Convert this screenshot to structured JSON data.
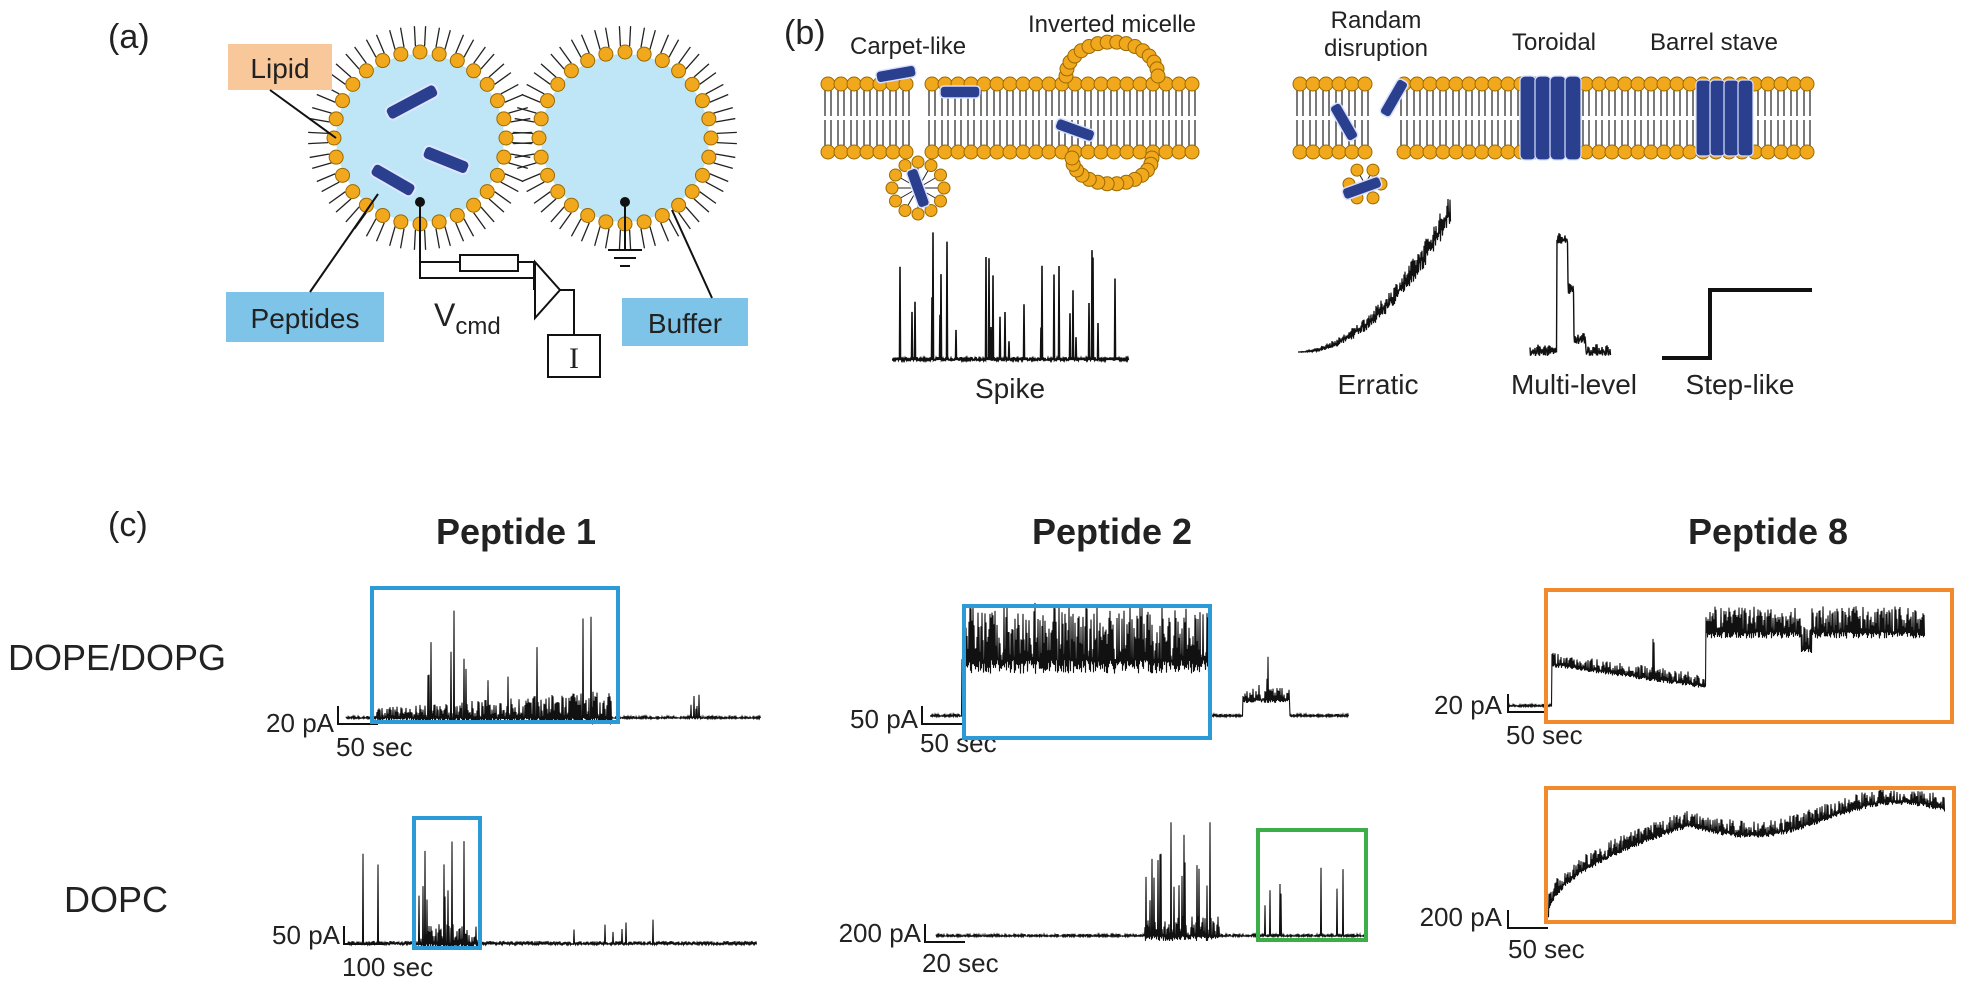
{
  "colors": {
    "lipid_head": "#f2a81c",
    "lipid_edge": "#9a6a00",
    "vesicle_fill": "#bfe6f7",
    "peptide": "#2b3f8f",
    "lipid_label_bg": "#f8c89b",
    "blue_label_bg": "#7ec3e8",
    "box_blue": "#2a9bd6",
    "box_orange": "#f08a2c",
    "box_green": "#3cae47",
    "trace": "#111111"
  },
  "panel_a": {
    "label": "(a)",
    "lipid_label": "Lipid",
    "peptides_label": "Peptides",
    "buffer_label": "Buffer",
    "vcmd_main": "V",
    "vcmd_sub": "cmd",
    "ammeter": "I"
  },
  "panel_b": {
    "label": "(b)",
    "mechanisms": {
      "carpet": "Carpet-like",
      "inverted": "Inverted micelle",
      "random_1": "Randam",
      "random_2": "disruption",
      "toroidal": "Toroidal",
      "barrel": "Barrel stave"
    },
    "trace_types": {
      "spike": "Spike",
      "erratic": "Erratic",
      "multilevel": "Multi-level",
      "steplike": "Step-like"
    }
  },
  "panel_c": {
    "label": "(c)",
    "columns": [
      "Peptide 1",
      "Peptide 2",
      "Peptide 8"
    ],
    "rows": [
      "DOPE/DOPG",
      "DOPC"
    ],
    "scale_bars": {
      "p1_top_current": "20 pA",
      "p1_top_time": "50 sec",
      "p2_top_current": "50 pA",
      "p2_top_time": "50 sec",
      "p8_top_current": "20 pA",
      "p8_top_time": "50 sec",
      "p1_bot_current": "50 pA",
      "p1_bot_time": "100 sec",
      "p2_bot_current": "200 pA",
      "p2_bot_time": "20 sec",
      "p8_bot_current": "200 pA",
      "p8_bot_time": "50 sec"
    }
  }
}
